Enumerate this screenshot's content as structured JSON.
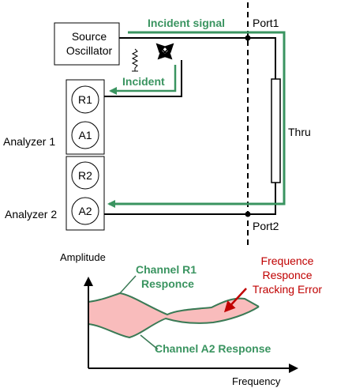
{
  "labels": {
    "source_line1": "Source",
    "source_line2": "Oscillator",
    "incident_signal": "Incident signal",
    "incident": "Incident",
    "port1": "Port1",
    "port2": "Port2",
    "thru": "Thru",
    "analyzer1": "Analyzer 1",
    "analyzer2": "Analyzer 2",
    "r1": "R1",
    "a1": "A1",
    "r2": "R2",
    "a2": "A2"
  },
  "graph": {
    "ylabel": "Amplitude",
    "xlabel": "Frequency",
    "r1_line1": "Channel R1",
    "r1_line2": "Responce",
    "a2_label": "Channel A2 Response",
    "err_line1": "Frequence",
    "err_line2": "Responce",
    "err_line3": "Tracking Error"
  },
  "colors": {
    "signal_green": "#3a9460",
    "error_red": "#c00000",
    "fill_pink": "#f9bcbc"
  }
}
